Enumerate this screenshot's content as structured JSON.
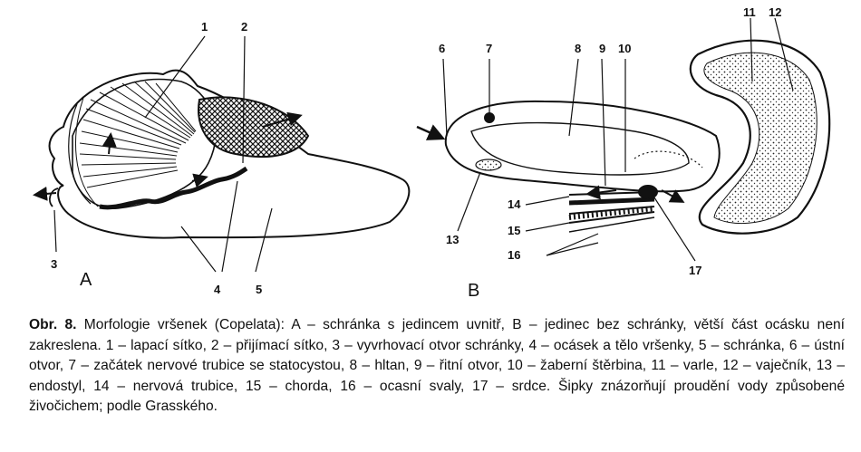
{
  "figure": {
    "panel_labels": {
      "a": "A",
      "b": "B"
    },
    "labels": [
      "1",
      "2",
      "3",
      "4",
      "5",
      "6",
      "7",
      "8",
      "9",
      "10",
      "11",
      "12",
      "13",
      "14",
      "15",
      "16",
      "17"
    ]
  },
  "caption": {
    "lead": "Obr. 8.",
    "text": "Morfologie vršenek (Copelata): A – schránka s jedincem uvnitř, B – jedinec bez schránky, větší část ocásku není zakreslena. 1 – lapací sítko, 2 – přijímací sítko, 3 – vyvrhovací otvor schránky, 4 – ocásek a tělo vršenky, 5 – schránka, 6 – ústní otvor, 7 – začátek nervové trubice se statocystou, 8 – hltan, 9 – řitní otvor, 10 – žaberní štěrbina, 11 – varle, 12 – vaječník, 13 – endostyl, 14 – nervová trubice, 15 – chorda, 16 – ocasní svaly, 17 – srdce. Šipky znázorňují proudění vody způsobené živočichem; podle Grasského."
  }
}
